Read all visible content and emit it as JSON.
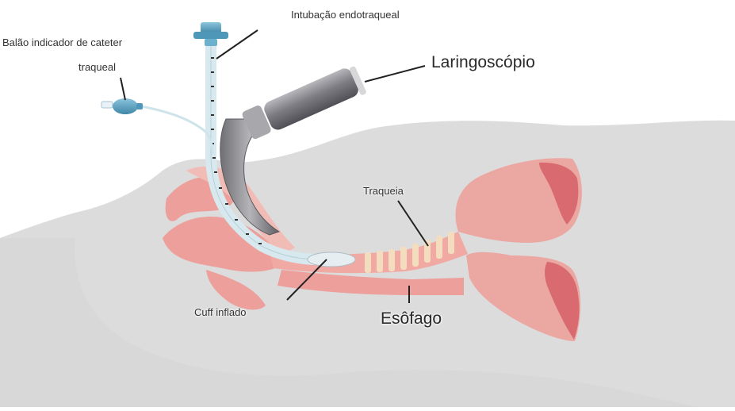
{
  "labels": {
    "intubacao": "Intubação endotraqueal",
    "balao_line1": "Balão indicador de cateter",
    "balao_line2": "traqueal",
    "laringoscopio": "Laringoscópio",
    "traqueia": "Traqueia",
    "cuff": "Cuff inflado",
    "esofago": "Esôfago"
  },
  "colors": {
    "body_silhouette": "#dcdcdc",
    "tissue_pink": "#ec9f9b",
    "tissue_light": "#f5cdc6",
    "lung_pink": "#eba8a3",
    "lung_dark": "#d96a70",
    "tube": "#d7e9ef",
    "connector_blue": "#5aa4c4",
    "laryngoscope_handle": "#7d7d83",
    "laryngoscope_blade": "#8a8a8e",
    "trachea_rings": "#f4dcbf",
    "leader_line": "#222222"
  }
}
